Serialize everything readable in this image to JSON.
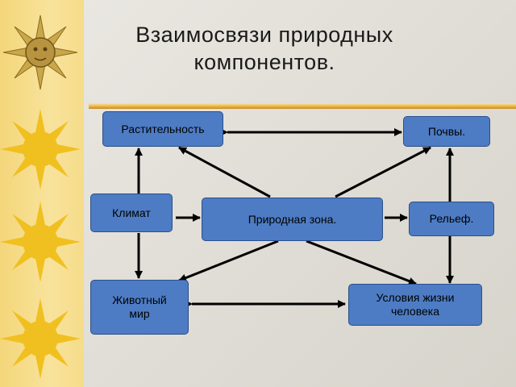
{
  "title": {
    "line1": "Взаимосвязи природных",
    "line2": "компонентов."
  },
  "nodes": {
    "vegetation": "Растительность",
    "soils": "Почвы.",
    "climate": "Климат",
    "natural_zone": "Природная зона.",
    "relief": "Рельеф.",
    "animals": "Животный\nмир",
    "living_conditions": "Условия жизни\nчеловека"
  },
  "colors": {
    "node_fill": "#4d7cc4",
    "node_border": "#2a4f8a",
    "arrow": "#000000",
    "sun": "#f0c020"
  },
  "decor": {
    "left_strip_icons": [
      "sun-icon",
      "sun-icon",
      "sun-icon",
      "sun-icon"
    ]
  }
}
